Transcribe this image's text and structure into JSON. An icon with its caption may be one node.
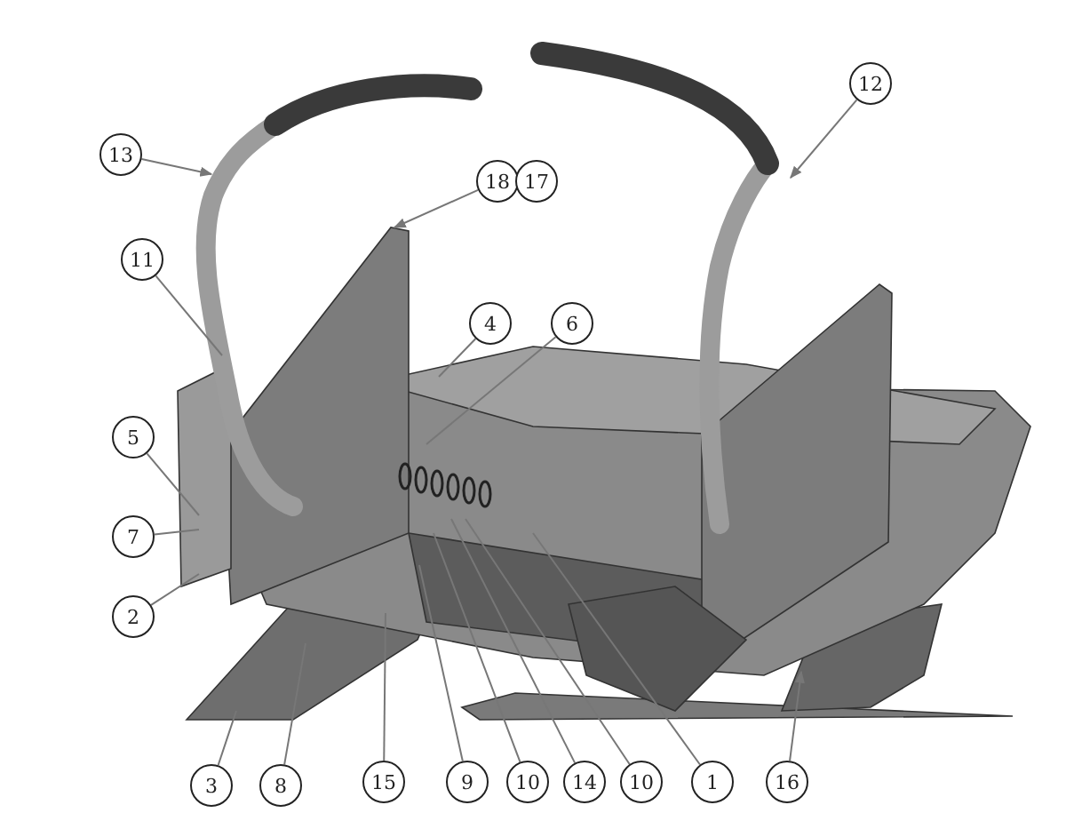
{
  "diagram": {
    "nodes": [
      {
        "text": [
          "13"
        ]
      },
      {
        "text": [
          "18"
        ]
      },
      {
        "text": [
          "12"
        ]
      },
      {
        "text": [
          "11"
        ]
      },
      {
        "text": [
          "4"
        ]
      },
      {
        "text": [
          "6"
        ]
      },
      {
        "text": [
          "5"
        ]
      },
      {
        "text": [
          "7"
        ]
      },
      {
        "text": [
          "2"
        ]
      },
      {
        "text": [
          "3"
        ]
      },
      {
        "text": [
          "8"
        ]
      },
      {
        "text": [
          "15"
        ]
      },
      {
        "text": [
          "9"
        ]
      },
      {
        "text": [
          "10"
        ]
      },
      {
        "text": [
          "14"
        ]
      },
      {
        "text": [
          "10"
        ]
      },
      {
        "text": [
          "1"
        ]
      },
      {
        "text": [
          "16"
        ]
      },
      {
        "text": [
          "17"
        ]
      }
    ],
    "edges": [
      {
        "from": 0,
        "to": null,
        "arrow": "to"
      },
      {
        "from": 1,
        "to": null,
        "arrow": "to"
      },
      {
        "from": 2,
        "to": null,
        "arrow": "to"
      },
      {
        "from": 3,
        "to": null,
        "arrow": "none"
      },
      {
        "from": 4,
        "to": null,
        "arrow": "none"
      },
      {
        "from": 5,
        "to": null,
        "arrow": "none"
      },
      {
        "from": 6,
        "to": null,
        "arrow": "none"
      },
      {
        "from": 7,
        "to": null,
        "arrow": "none"
      },
      {
        "from": 8,
        "to": null,
        "arrow": "none"
      },
      {
        "from": 9,
        "to": null,
        "arrow": "none"
      },
      {
        "from": 10,
        "to": null,
        "arrow": "none"
      },
      {
        "from": 11,
        "to": null,
        "arrow": "none"
      },
      {
        "from": 12,
        "to": null,
        "arrow": "none"
      },
      {
        "from": 13,
        "to": null,
        "arrow": "none"
      },
      {
        "from": 14,
        "to": null,
        "arrow": "none"
      },
      {
        "from": 15,
        "to": null,
        "arrow": "none"
      },
      {
        "from": 16,
        "to": null,
        "arrow": "none"
      },
      {
        "from": 17,
        "to": null,
        "arrow": "to"
      }
    ]
  }
}
